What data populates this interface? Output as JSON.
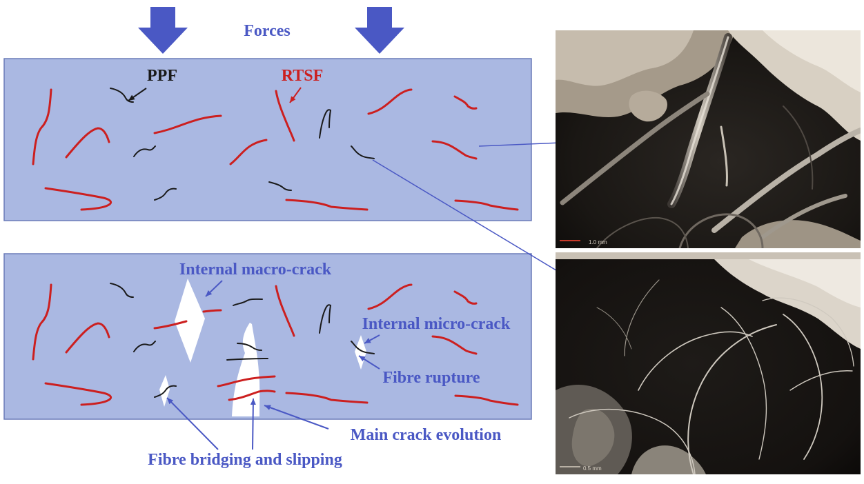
{
  "labels": {
    "forces": "Forces",
    "ppf": "PPF",
    "rtsf": "RTSF",
    "internal_macro_crack": "Internal macro-crack",
    "internal_micro_crack": "Internal micro-crack",
    "fibre_rupture": "Fibre rupture",
    "main_crack_evolution": "Main crack evolution",
    "fibre_bridging_slipping": "Fibre bridging and slipping"
  },
  "photos": {
    "top_scale": "1.0 mm",
    "bottom_scale": "0.5 mm"
  },
  "colors": {
    "specimen_fill": "#aab8e2",
    "specimen_stroke": "#6b7bb8",
    "arrow_blue": "#4a58c4",
    "label_blue": "#4a58c4",
    "rtsf_red": "#cc1f1f",
    "ppf_black": "#1a1a1a",
    "crack_white": "#ffffff"
  }
}
